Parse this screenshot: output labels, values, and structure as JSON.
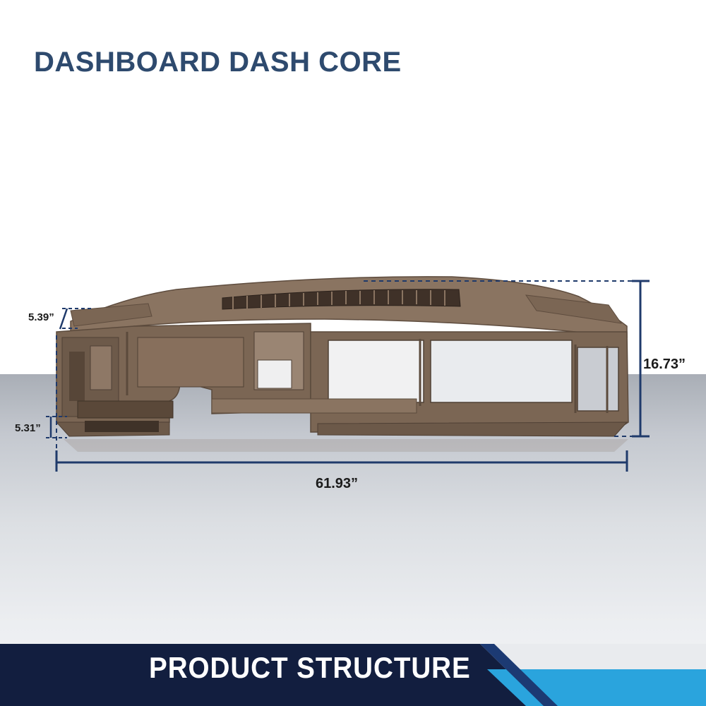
{
  "title": "DASHBOARD DASH CORE",
  "dimensions": {
    "left_top_height": "5.39”",
    "left_bottom_height": "5.31”",
    "overall_height": "16.73”",
    "overall_width": "61.93”"
  },
  "banner": {
    "label": "PRODUCT STRUCTURE"
  },
  "colors": {
    "title": "#2e4a6e",
    "dash_body": "#7b6654",
    "dimension_lines": "#1f3a6b",
    "banner_dark": "#121e3f",
    "banner_accent": "#2aa4dd"
  }
}
